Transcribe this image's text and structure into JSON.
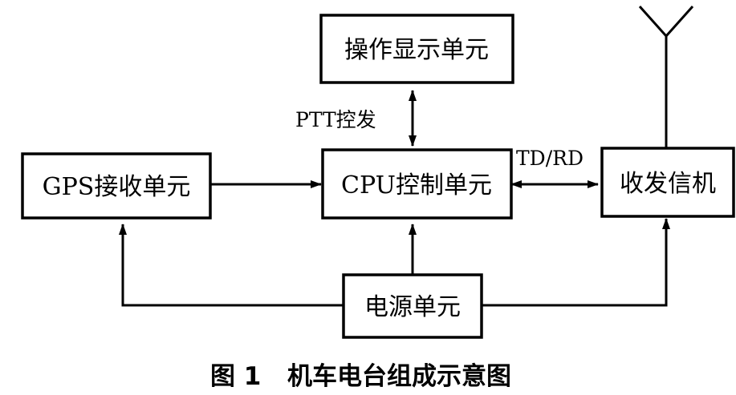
{
  "blocks": {
    "display": "操作显示单元",
    "gps": "GPS接收单元",
    "cpu": "CPU控制单元",
    "transceiver": "收发信机",
    "power": "电源单元"
  },
  "signals": {
    "ptt": "PTT控发",
    "tdrd": "TD/RD"
  },
  "caption": {
    "number": "图 1",
    "title": "机车电台组成示意图"
  }
}
